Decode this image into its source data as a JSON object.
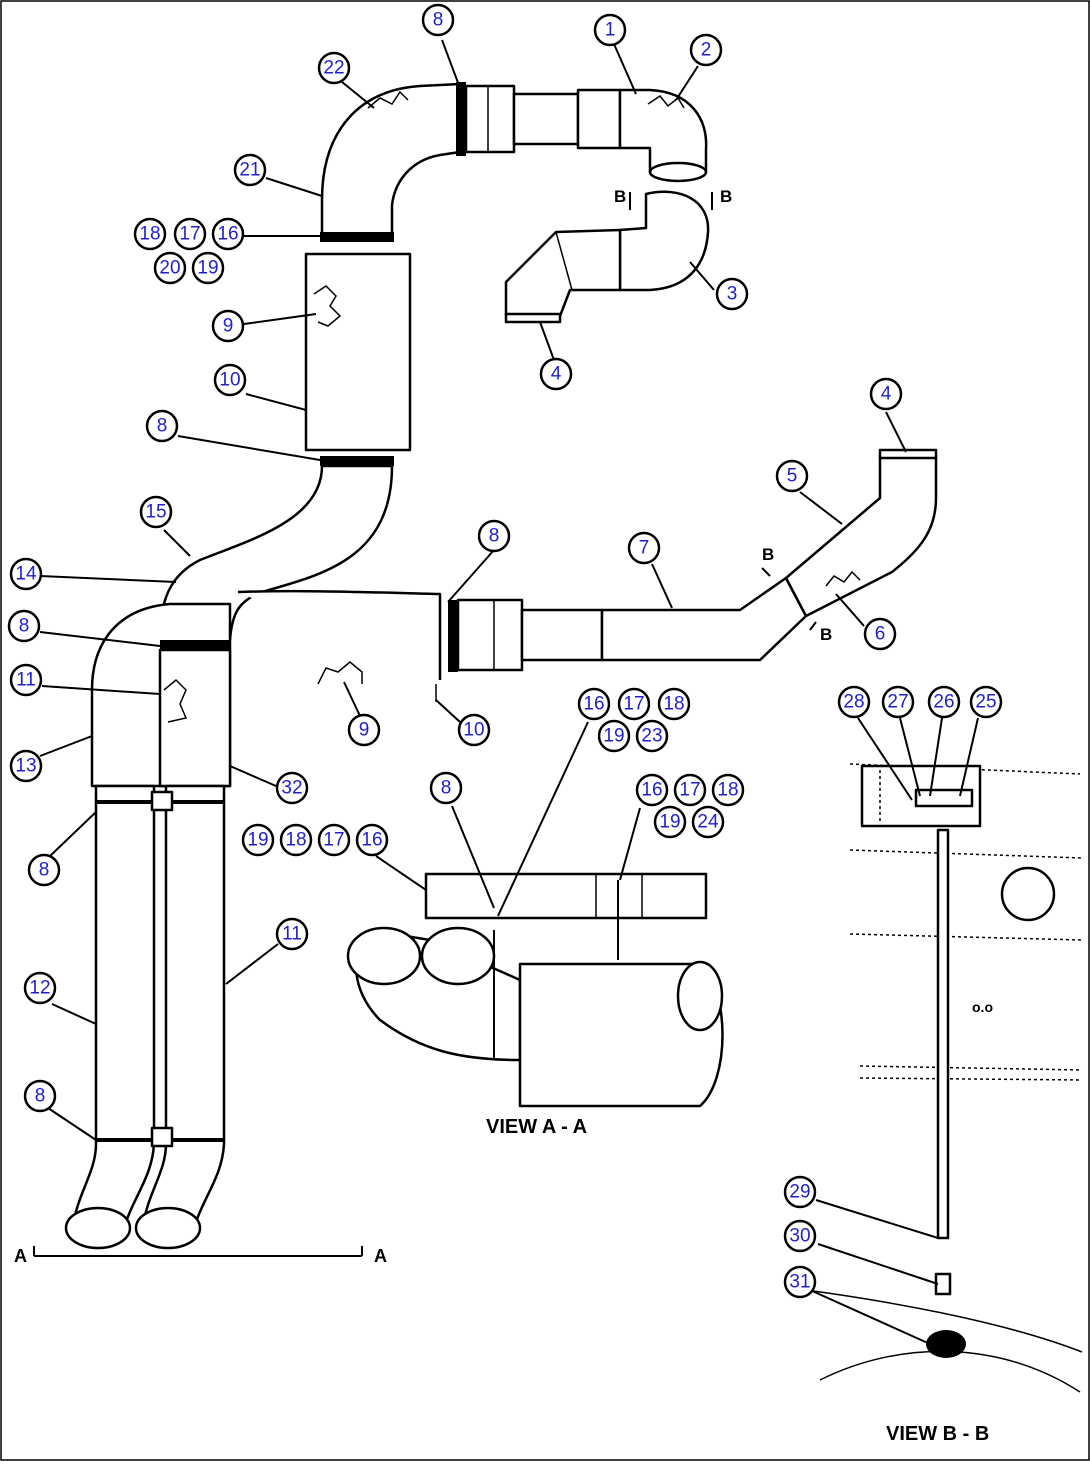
{
  "callouts": [
    "1",
    "2",
    "3",
    "4",
    "5",
    "6",
    "7",
    "8",
    "9",
    "10",
    "11",
    "12",
    "13",
    "14",
    "15",
    "16",
    "17",
    "18",
    "19",
    "20",
    "21",
    "22",
    "23",
    "24",
    "25",
    "26",
    "27",
    "28",
    "29",
    "30",
    "31",
    "32"
  ],
  "section_labels": {
    "b_left_top": "B",
    "b_right_top": "B",
    "b_arrow_upper": "B",
    "b_arrow_lower": "B",
    "a_left": "A",
    "a_right": "A"
  },
  "view_titles": {
    "view_a": "VIEW A - A",
    "view_b": "VIEW B - B"
  },
  "detail_text": {
    "oo_mark": "o.o"
  }
}
